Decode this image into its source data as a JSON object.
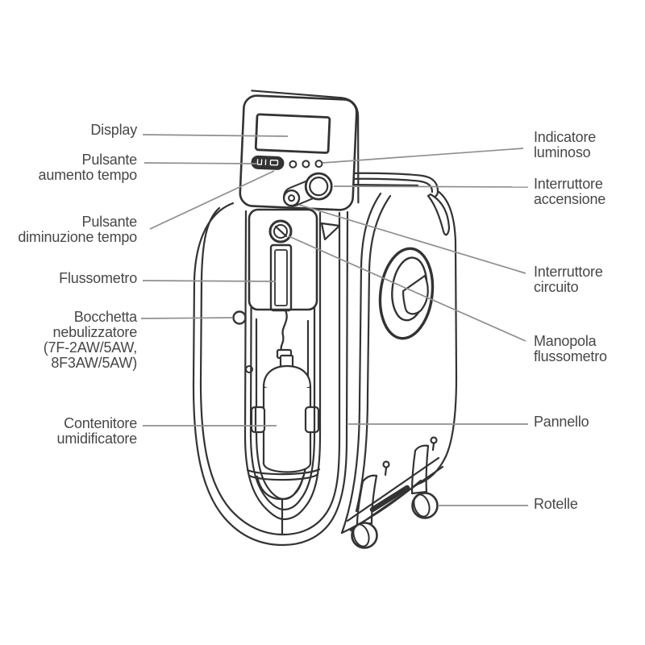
{
  "diagram": {
    "subject": "oxygen-concentrator-parts-diagram",
    "colors": {
      "background": "#ffffff",
      "line_art": "#333333",
      "leader_line": "#8f8f8f",
      "label_text": "#474747"
    }
  },
  "labels": {
    "left": [
      {
        "id": "display",
        "lines": [
          "Display"
        ]
      },
      {
        "id": "pulsante-aumento-tempo",
        "lines": [
          "Pulsante",
          "aumento tempo"
        ]
      },
      {
        "id": "pulsante-diminuzione-tempo",
        "lines": [
          "Pulsante",
          "diminuzione tempo"
        ]
      },
      {
        "id": "flussometro",
        "lines": [
          "Flussometro"
        ]
      },
      {
        "id": "bocchetta-nebulizzatore",
        "lines": [
          "Bocchetta",
          "nebulizzatore",
          "(7F-2AW/5AW,",
          "8F3AW/5AW)"
        ]
      },
      {
        "id": "contenitore-umidificatore",
        "lines": [
          "Contenitore",
          "umidificatore"
        ]
      }
    ],
    "right": [
      {
        "id": "indicatore-luminoso",
        "lines": [
          "Indicatore",
          "luminoso"
        ]
      },
      {
        "id": "interruttore-accensione",
        "lines": [
          "Interruttore",
          "accensione"
        ]
      },
      {
        "id": "interruttore-circuito",
        "lines": [
          "Interruttore",
          "circuito"
        ]
      },
      {
        "id": "manopola-flussometro",
        "lines": [
          "Manopola",
          "flussometro"
        ]
      },
      {
        "id": "pannello",
        "lines": [
          "Pannello"
        ]
      },
      {
        "id": "rotelle",
        "lines": [
          "Rotelle"
        ]
      }
    ]
  }
}
